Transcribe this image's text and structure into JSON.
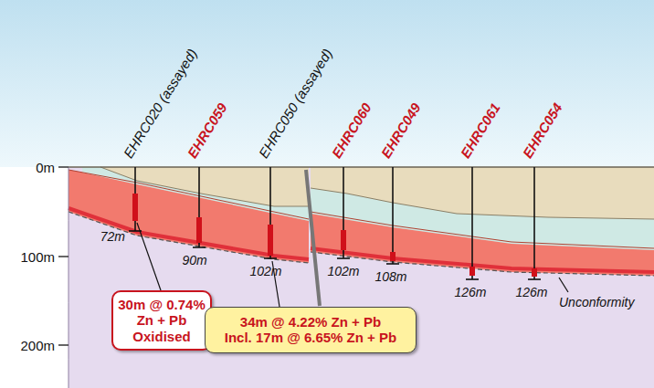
{
  "diagram": {
    "nodes": [
      {
        "text": [
          "30m @ 0.74% Zn + Pb Oxidised"
        ]
      },
      {
        "text": [
          "34m @ 4.22% Zn + Pb",
          "Incl. 17m @ 6.65% Zn + Pb"
        ]
      }
    ],
    "labels": [
      "0m",
      "100m",
      "200m",
      "EHRC020 (assayed)",
      "EHRC059",
      "EHRC050 (assayed)",
      "EHRC060",
      "EHRC049",
      "EHRC061",
      "EHRC054",
      "72m",
      "90m",
      "102m",
      "102m",
      "108m",
      "126m",
      "126m",
      "Unconformity"
    ]
  }
}
